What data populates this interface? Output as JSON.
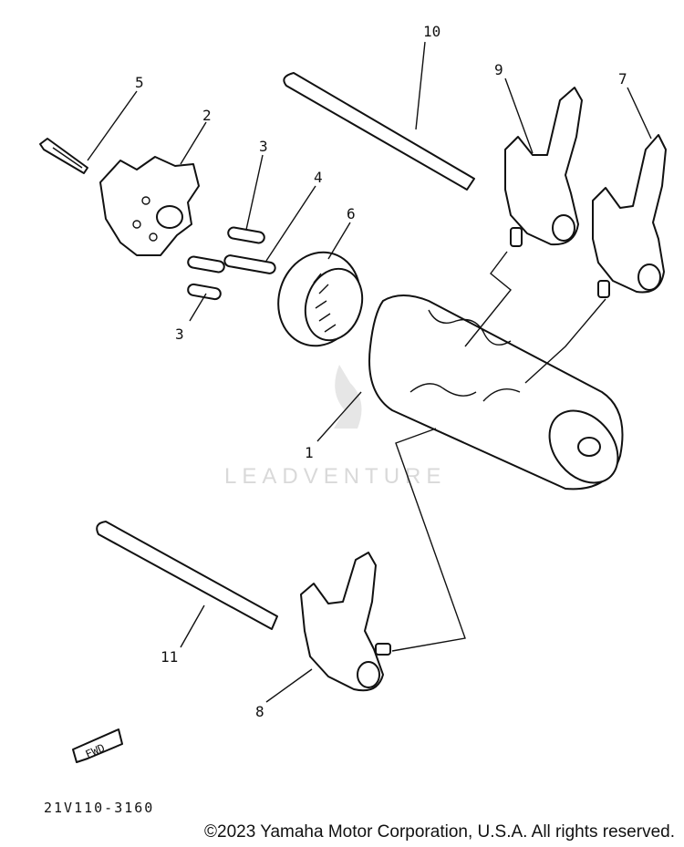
{
  "callouts": {
    "c1": "1",
    "c2": "2",
    "c3a": "3",
    "c3b": "3",
    "c4": "4",
    "c5": "5",
    "c6": "6",
    "c7": "7",
    "c8": "8",
    "c9": "9",
    "c10": "10",
    "c11": "11"
  },
  "direction_label": "FWD",
  "drawing_number": "21V110-3160",
  "watermark": "LEADVENTURE",
  "copyright": "©2023 Yamaha Motor Corporation, U.S.A. All rights reserved."
}
